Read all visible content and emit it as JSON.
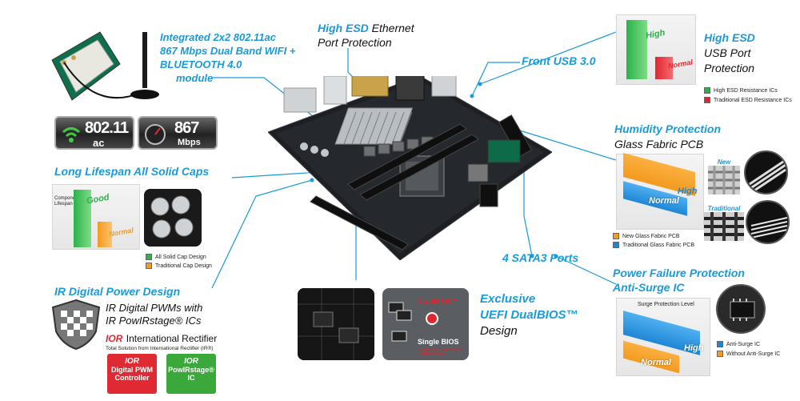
{
  "wifi": {
    "title_line1": "Integrated 2x2 802.11ac",
    "title_line2": "867 Mbps Dual Band WIFI +",
    "title_line3": "BLUETOOTH 4.0",
    "title_line4": "module",
    "badge1_top": "802.11",
    "badge1_bottom": "ac",
    "badge2_top": "867",
    "badge2_bottom": "Mbps"
  },
  "esd_ethernet": {
    "title_bold": "High ESD",
    "title_rest": "Ethernet",
    "subtitle": "Port Protection"
  },
  "front_usb": {
    "title": "Front USB 3.0"
  },
  "esd_usb": {
    "title": "High ESD",
    "line2": "USB Port",
    "line3": "Protection",
    "bar_high": "High",
    "bar_normal": "Normal",
    "legend1": "High ESD Resistance ICs",
    "legend2": "Traditional ESD Resistance ICs"
  },
  "humidity": {
    "title": "Humidity Protection",
    "subtitle": "Glass Fabric PCB",
    "label_new": "New",
    "label_traditional": "Traditional",
    "bar_high": "High",
    "bar_normal": "Normal",
    "legend1": "New Glass Fabric PCB",
    "legend2": "Traditional Glass Fabric PCB"
  },
  "solid_caps": {
    "title": "Long Lifespan All Solid Caps",
    "axis_label_line1": "Component",
    "axis_label_line2": "Lifespan",
    "bar_good": "Good",
    "bar_normal": "Normal",
    "legend1": "All Solid Cap Design",
    "legend2": "Traditional Cap Design"
  },
  "ir_power": {
    "title": "IR Digital Power Design",
    "line1": "IR Digital PWMs with",
    "line2": "IR PowIRstage® ICs",
    "brand_logo": "IOR",
    "brand_name": "International Rectifier",
    "brand_tag": "Total Solution from International Rectifier (IR®)",
    "box1_logo": "IOR",
    "box1_line1": "Digital PWM",
    "box1_line2": "Controller",
    "box2_logo": "IOR",
    "box2_line1": "PowIRstage®",
    "box2_line2": "IC"
  },
  "sata": {
    "title": "4 SATA3 Ports"
  },
  "dualbios": {
    "title_line1": "Exclusive",
    "title_line2": "UEFI DualBIOS™",
    "title_line3": "Design",
    "img_label1": "DualBIOS™",
    "img_label2": "Single BIOS",
    "img_label3": "Single BIOS May Require Factory Repair"
  },
  "surge": {
    "title_line1": "Power Failure Protection",
    "title_line2": "Anti-Surge IC",
    "axis_label": "Surge Protection Level",
    "bar_high": "High",
    "bar_normal": "Normal",
    "legend1": "Anti-Surge IC",
    "legend2": "Without Anti-Surge IC"
  },
  "colors": {
    "accent_blue": "#1a9ad9",
    "green": "#2bb24a",
    "red": "#e0262e",
    "orange": "#f39a1f",
    "blue_bar": "#1f86d6"
  }
}
